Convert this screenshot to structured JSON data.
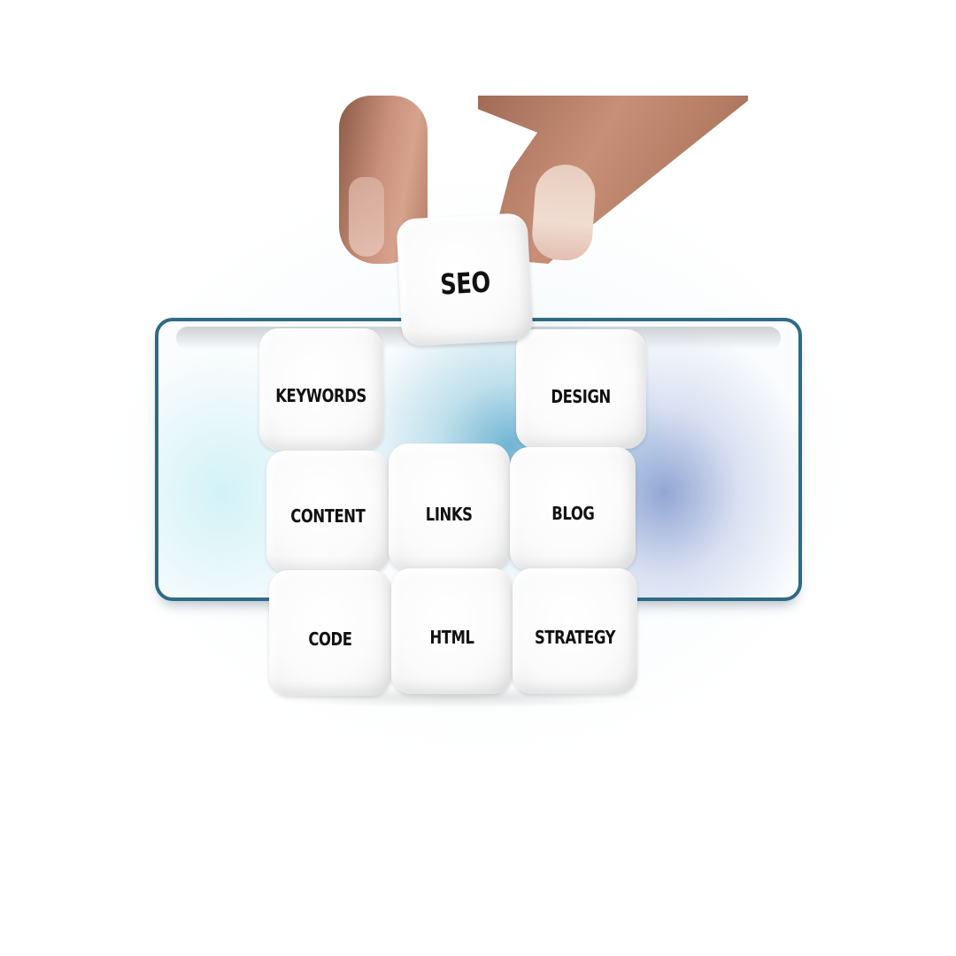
{
  "image": {
    "alt_subject": "hand placing SEO die on stack of word dice",
    "dice": {
      "top": "SEO",
      "row1": [
        "KEYWORDS",
        "DESIGN"
      ],
      "row2": [
        "CONTENT",
        "LINKS",
        "BLOG"
      ],
      "row3": [
        "CODE",
        "HTML",
        "STRATEGY"
      ]
    },
    "colors": {
      "frame_border": "#2f6a86",
      "glow_cyan": "#4aa0c8",
      "glow_blue": "#5a78be",
      "text": "#111111"
    }
  }
}
